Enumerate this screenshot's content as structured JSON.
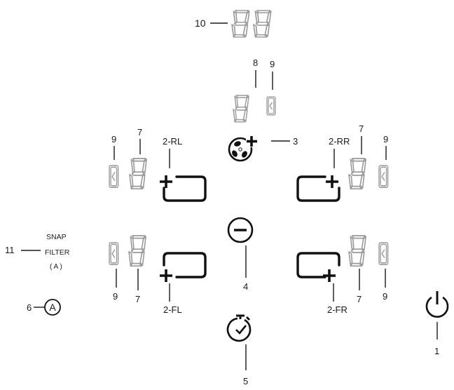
{
  "callouts": {
    "power": "1",
    "zone_rl": "2-RL",
    "zone_rr": "2-RR",
    "zone_fl": "2-FL",
    "zone_fr": "2-FR",
    "fan": "3",
    "minus": "4",
    "timer": "5",
    "snap_filter_button": "6",
    "zone_display": "7",
    "fan_display": "8",
    "indicator": "9",
    "timer_display": "10",
    "snap_filter": "11"
  },
  "snap_filter_label": {
    "line1": "SNAP",
    "line2": "FILTER",
    "line3": "( A )"
  },
  "snap_button_glyph": "A",
  "icons": {
    "power": "power-icon",
    "fan": "fan-plus-icon",
    "minus": "minus-icon",
    "timer": "timer-icon",
    "snap": "snap-filter-a-icon"
  }
}
